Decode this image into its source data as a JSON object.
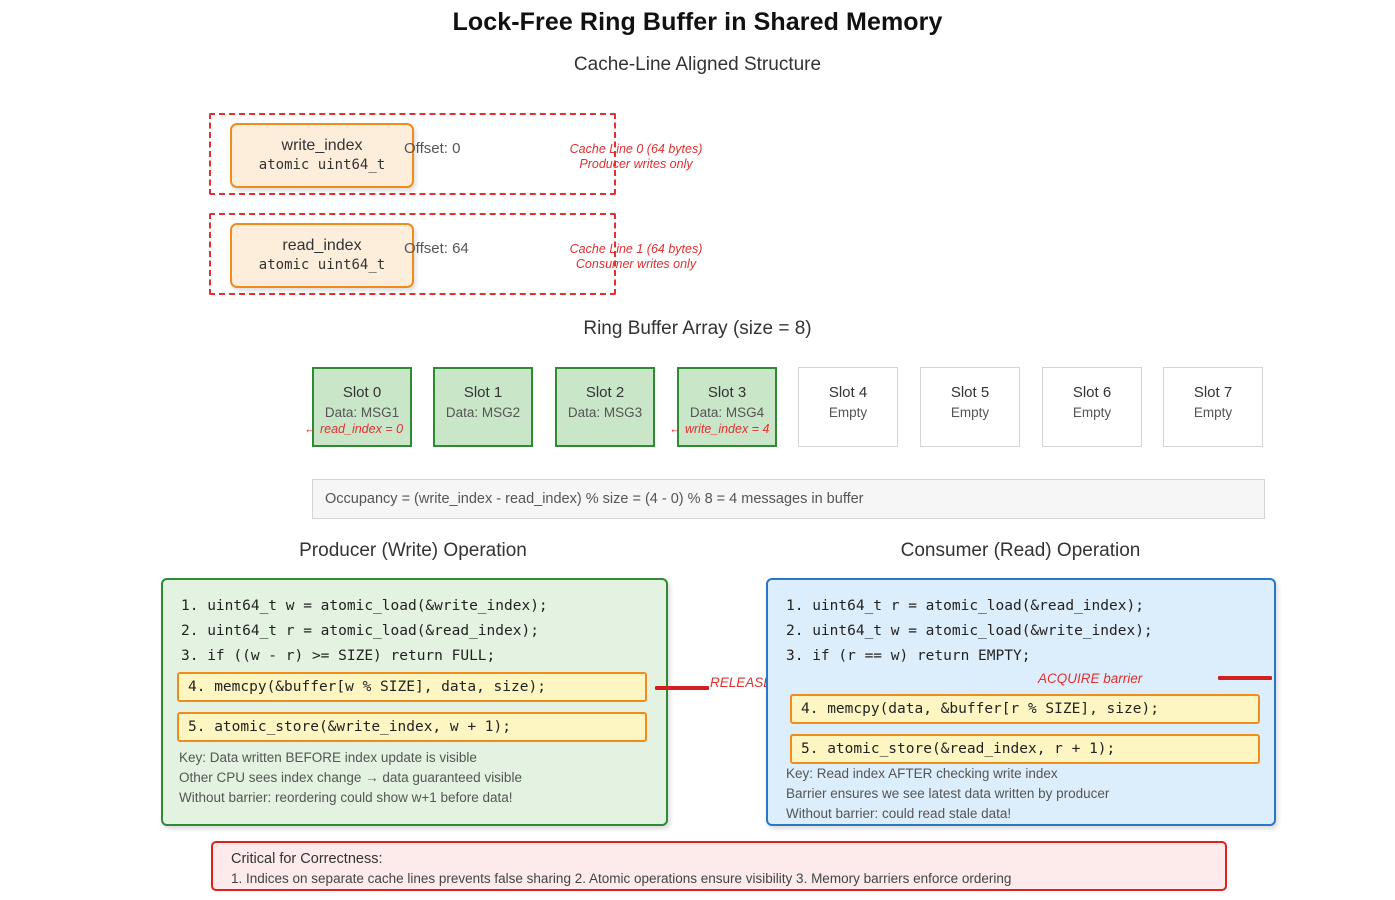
{
  "title": "Lock-Free Ring Buffer in Shared Memory",
  "subtitle": "Cache-Line Aligned Structure",
  "colors": {
    "accent_red": "#e03030",
    "accent_orange": "#f08c1b",
    "producer_green": "#2e8b34",
    "consumer_blue": "#2878c8",
    "slot_filled_bg": "#c9e6c9",
    "highlight_yellow": "#fdf6c3"
  },
  "cache_lines": [
    {
      "index_name": "write_index",
      "index_type": "atomic uint64_t",
      "offset_label": "Offset: 0",
      "note_line1": "Cache Line 0 (64 bytes)",
      "note_line2": "Producer writes only"
    },
    {
      "index_name": "read_index",
      "index_type": "atomic uint64_t",
      "offset_label": "Offset: 64",
      "note_line1": "Cache Line 1 (64 bytes)",
      "note_line2": "Consumer writes only"
    }
  ],
  "ring": {
    "title": "Ring Buffer Array (size = 8)",
    "slots": [
      {
        "name": "Slot 0",
        "data": "Data: MSG1",
        "filled": true,
        "pointer": "← read_index = 0"
      },
      {
        "name": "Slot 1",
        "data": "Data: MSG2",
        "filled": true,
        "pointer": ""
      },
      {
        "name": "Slot 2",
        "data": "Data: MSG3",
        "filled": true,
        "pointer": ""
      },
      {
        "name": "Slot 3",
        "data": "Data: MSG4",
        "filled": true,
        "pointer": "← write_index = 4"
      },
      {
        "name": "Slot 4",
        "data": "Empty",
        "filled": false,
        "pointer": ""
      },
      {
        "name": "Slot 5",
        "data": "Empty",
        "filled": false,
        "pointer": ""
      },
      {
        "name": "Slot 6",
        "data": "Empty",
        "filled": false,
        "pointer": ""
      },
      {
        "name": "Slot 7",
        "data": "Empty",
        "filled": false,
        "pointer": ""
      }
    ],
    "occupancy": "Occupancy = (write_index - read_index) % size = (4 - 0) % 8 = 4 messages in buffer"
  },
  "producer": {
    "title": "Producer (Write) Operation",
    "lines": [
      "1. uint64_t w = atomic_load(&write_index);",
      "2. uint64_t r = atomic_load(&read_index);",
      "3. if ((w - r) >= SIZE) return FULL;"
    ],
    "highlighted": [
      "4. memcpy(&buffer[w % SIZE], data, size);",
      "5. atomic_store(&write_index, w + 1);"
    ],
    "notes": [
      "Key: Data written BEFORE index update is visible",
      "Other CPU sees index change → data guaranteed visible",
      "Without barrier: reordering could show w+1 before data!"
    ],
    "barrier_label": "RELEASE barrier"
  },
  "consumer": {
    "title": "Consumer (Read) Operation",
    "lines": [
      "1. uint64_t r = atomic_load(&read_index);",
      "2. uint64_t w = atomic_load(&write_index);",
      "3. if (r == w) return EMPTY;"
    ],
    "highlighted": [
      "4. memcpy(data, &buffer[r % SIZE], size);",
      "5. atomic_store(&read_index, r + 1);"
    ],
    "notes": [
      "Key: Read index AFTER checking write index",
      "Barrier ensures we see latest data written by producer",
      "Without barrier: could read stale data!"
    ],
    "barrier_label": "ACQUIRE barrier"
  },
  "critical": {
    "title": "Critical for Correctness:",
    "body": "1. Indices on separate cache lines prevents false sharing 2. Atomic operations ensure visibility 3. Memory barriers enforce ordering"
  }
}
